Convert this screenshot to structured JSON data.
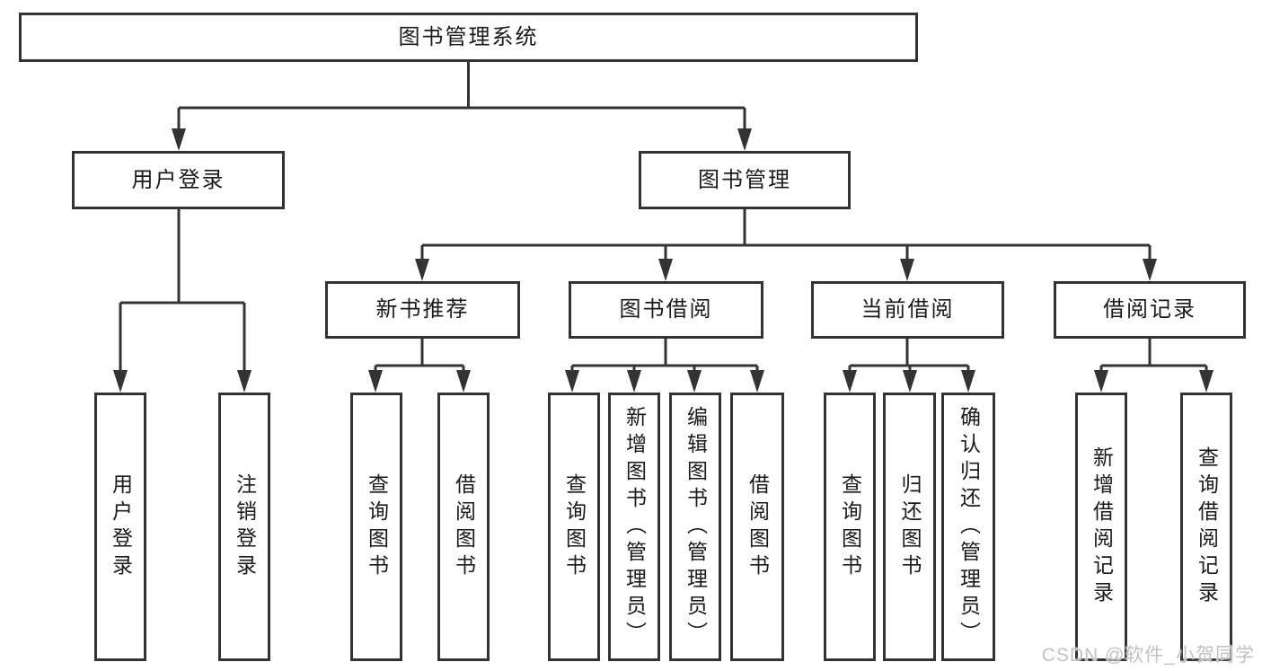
{
  "title": "图书管理系统",
  "tree": {
    "root": "图书管理系统",
    "branches": [
      {
        "label": "用户登录",
        "children": [
          "用户登录",
          "注销登录"
        ]
      },
      {
        "label": "图书管理",
        "children": [
          {
            "label": "新书推荐",
            "children": [
              "查询图书",
              "借阅图书"
            ]
          },
          {
            "label": "图书借阅",
            "children": [
              "查询图书",
              "新增图书（管理员）",
              "编辑图书（管理员）",
              "借阅图书"
            ]
          },
          {
            "label": "当前借阅",
            "children": [
              "查询图书",
              "归还图书",
              "确认归还（管理员）"
            ]
          },
          {
            "label": "借阅记录",
            "children": [
              "新增借阅记录",
              "查询借阅记录"
            ]
          }
        ]
      }
    ]
  },
  "watermark": "CSDN @软件_小贺同学",
  "colors": {
    "line": "#333333",
    "text": "#1a1a1a",
    "background": "#ffffff",
    "watermark": "#c2c2c2"
  }
}
